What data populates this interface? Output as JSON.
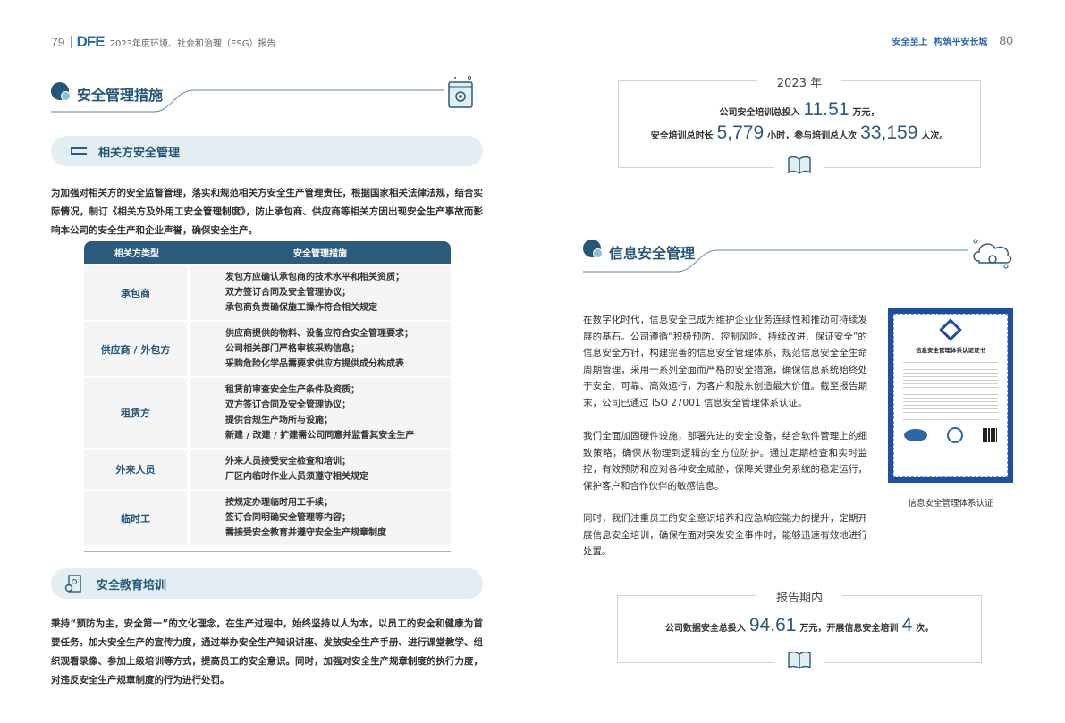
{
  "header": {
    "left_page": "79",
    "logo": "DFE",
    "report_title": "2023年度环境、社会和治理（ESG）报告",
    "right_slogan": "安全至上  构筑平安长城",
    "right_page": "80"
  },
  "left": {
    "section_title": "安全管理措施",
    "sub1": {
      "title": "相关方安全管理",
      "intro": "为加强对相关方的安全监督管理，落实和规范相关方安全生产管理责任，根据国家相关法律法规，结合实际情况，制订《相关方及外用工安全管理制度》，防止承包商、供应商等相关方因出现安全生产事故而影响本公司的安全生产和企业声誉，确保安全生产。"
    },
    "table": {
      "headers": [
        "相关方类型",
        "安全管理措施"
      ],
      "rows": [
        {
          "type": "承包商",
          "measures": [
            "发包方应确认承包商的技术水平和相关资质；",
            "双方签订合同及安全管理协议；",
            "承包商负责确保施工操作符合相关规定"
          ]
        },
        {
          "type": "供应商 / 外包方",
          "measures": [
            "供应商提供的物料、设备应符合安全管理要求；",
            "公司相关部门严格审核采购信息；",
            "采购危险化学品需要求供应方提供成分构成表"
          ]
        },
        {
          "type": "租赁方",
          "measures": [
            "租赁前审查安全生产条件及资质；",
            "双方签订合同及安全管理协议；",
            "提供合规生产场所与设施；",
            "新建 / 改建 / 扩建需公司同意并监督其安全生产"
          ]
        },
        {
          "type": "外来人员",
          "measures": [
            "外来人员接受安全检查和培训；",
            "厂区内临时作业人员须遵守相关规定"
          ]
        },
        {
          "type": "临时工",
          "measures": [
            "按规定办理临时用工手续；",
            "签订合同明确安全管理等内容；",
            "需接受安全教育并遵守安全生产规章制度"
          ]
        }
      ]
    },
    "sub2": {
      "title": "安全教育培训",
      "text": "秉持“预防为主，安全第一”的文化理念，在生产过程中，始终坚持以人为本，以员工的安全和健康为首要任务。加大安全生产的宣传力度，通过举办安全生产知识讲座、发放安全生产手册、进行课堂教学、组织观看录像、参加上级培训等方式，提高员工的安全意识。同时，加强对安全生产规章制度的执行力度，对违反安全生产规章制度的行为进行处罚。"
    }
  },
  "right": {
    "box1": {
      "label": "2023 年",
      "l1a": "公司安全培训总投入",
      "v1": "11.51",
      "l1b": "万元，",
      "l2a": "安全培训总时长",
      "v2": "5,779",
      "l2b": "小时，参与培训总人次",
      "v3": "33,159",
      "l2c": "人次。"
    },
    "section_title": "信息安全管理",
    "p1": "在数字化时代，信息安全已成为维护企业业务连续性和推动可持续发展的基石。公司遵循“积极预防、控制风险、持续改进、保证安全”的信息安全方针，构建完善的信息安全管理体系，规范信息安全全生命周期管理，采用一系列全面而严格的安全措施，确保信息系统始终处于安全、可靠、高效运行，为客户和股东创造最大价值。截至报告期末，公司已通过 ISO 27001 信息安全管理体系认证。",
    "p2": "我们全面加固硬件设施，部署先进的安全设备，结合软件管理上的细致策略，确保从物理到逻辑的全方位防护。通过定期检查和实时监控，有效预防和应对各种安全威胁，保障关键业务系统的稳定运行，保护客户和合作伙伴的敏感信息。",
    "p3": "同时，我们注重员工的安全意识培养和应急响应能力的提升，定期开展信息安全培训，确保在面对突发安全事件时，能够迅速有效地进行处置。",
    "cert": {
      "title": "信息安全管理体系认证证书",
      "caption": "信息安全管理体系认证"
    },
    "box2": {
      "label": "报告期内",
      "la": "公司数据安全总投入",
      "v1": "94.61",
      "lb": "万元，开展信息安全培训",
      "v2": "4",
      "lc": "次。"
    }
  },
  "colors": {
    "primary": "#24567a",
    "accent_light": "#e3eef3",
    "cert_border": "#1f4fa0"
  }
}
